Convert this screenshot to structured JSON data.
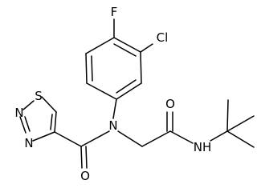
{
  "molecule": {
    "atoms": {
      "S": "S",
      "N_thiadiazole_2": "N",
      "N_thiadiazole_3": "N",
      "F": "F",
      "Cl": "Cl",
      "N_amide": "N",
      "O_carbonyl_1": "O",
      "O_carbonyl_2": "O",
      "NH": "NH"
    }
  }
}
